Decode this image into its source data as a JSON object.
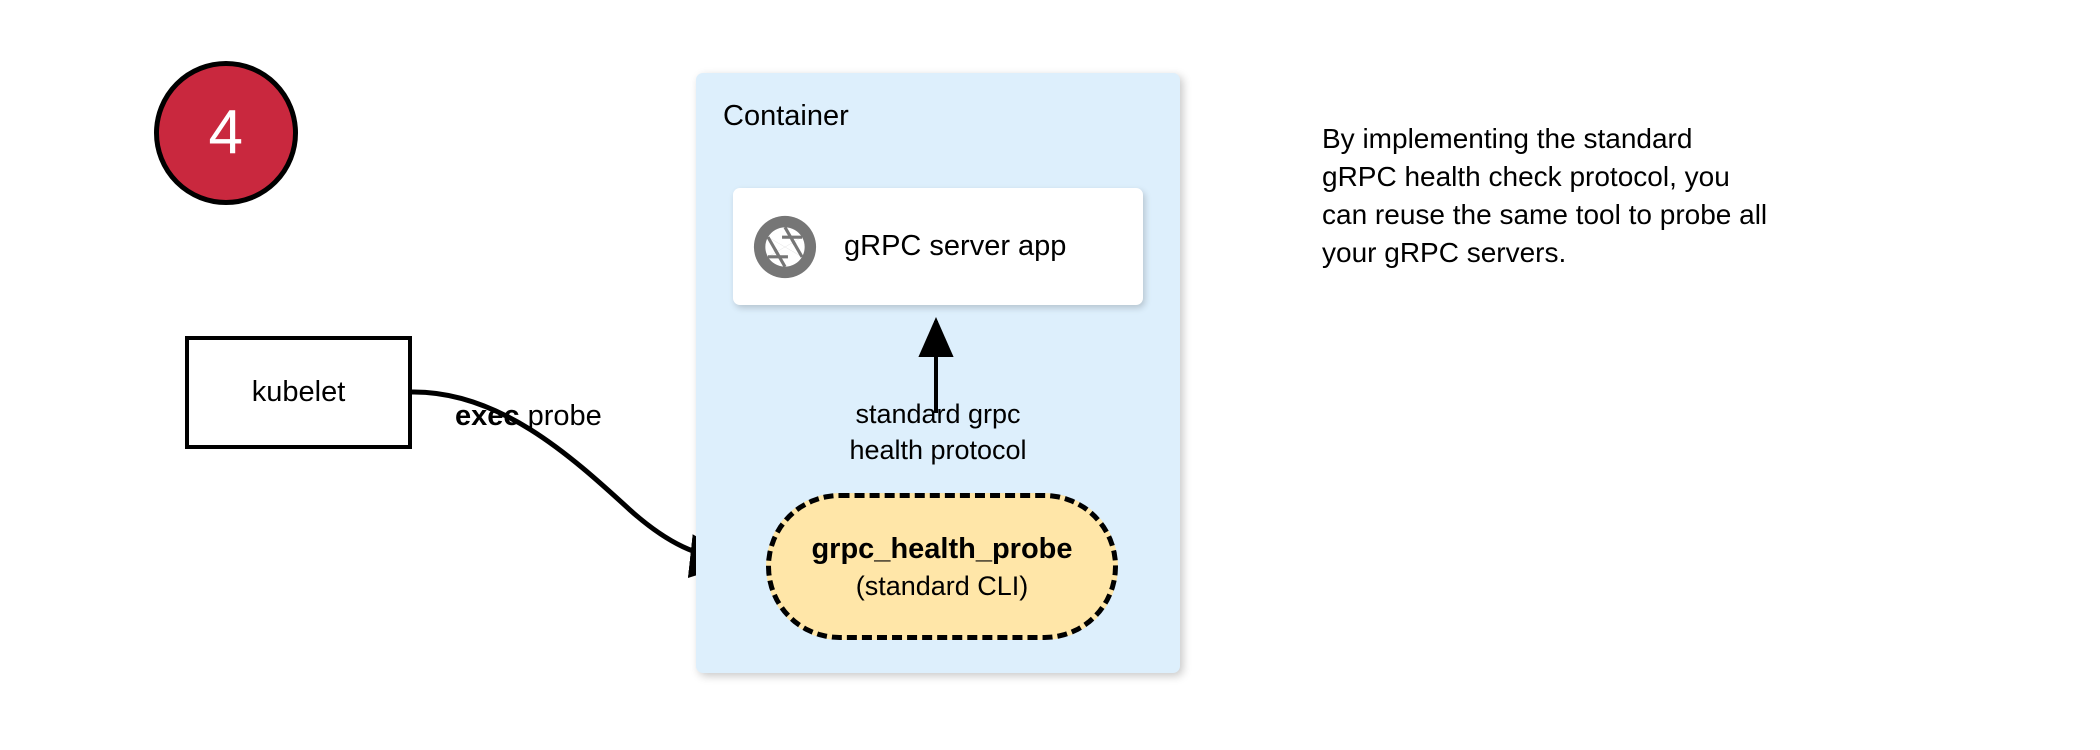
{
  "step": {
    "number": "4",
    "badge_fill": "#c9283e",
    "badge_text_color": "#ffffff"
  },
  "kubelet": {
    "label": "kubelet"
  },
  "edges": {
    "exec_probe": {
      "emphasis": "exec",
      "rest": " probe"
    },
    "protocol": {
      "line1": "standard grpc",
      "line2": "health protocol"
    }
  },
  "container": {
    "title": "Container",
    "fill": "#ddeffc",
    "server_card": {
      "icon": "aperture-icon",
      "label": "gRPC server app",
      "icon_color": "#767676",
      "fill": "#ffffff"
    },
    "probe_node": {
      "title": "grpc_health_probe",
      "subtitle": "(standard CLI)",
      "fill": "#ffe6a8",
      "border_style": "dashed",
      "border_color": "#000000"
    }
  },
  "annotation": {
    "line1": "By implementing the standard",
    "line2": "gRPC health check protocol, you",
    "line3": "can reuse the same tool to probe all",
    "line4": "your gRPC servers."
  }
}
